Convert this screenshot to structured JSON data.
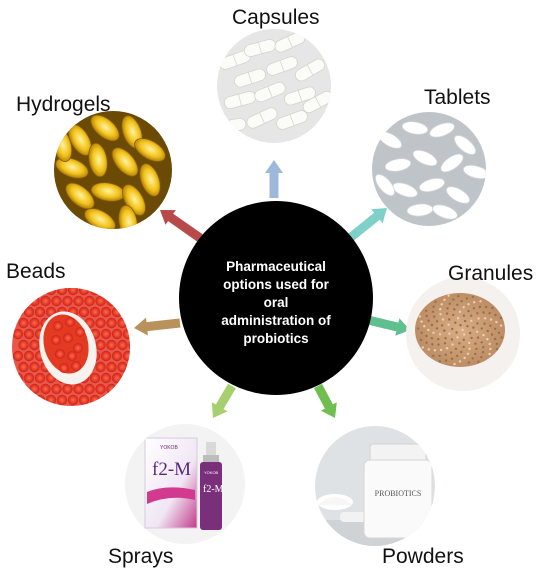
{
  "center": {
    "lines": [
      "Pharmaceutical",
      "options used for",
      "oral",
      "administration of",
      "probiotics"
    ],
    "fill": "#000000",
    "text_color": "#ffffff"
  },
  "items": [
    {
      "key": "capsules",
      "label": "Capsules",
      "arrow_color": "#9db8d9"
    },
    {
      "key": "tablets",
      "label": "Tablets",
      "arrow_color": "#7fd0c8"
    },
    {
      "key": "granules",
      "label": "Granules",
      "arrow_color": "#5fbf8f"
    },
    {
      "key": "powders",
      "label": "Powders",
      "arrow_color": "#6fbe4f"
    },
    {
      "key": "sprays",
      "label": "Sprays",
      "arrow_color": "#a6cf6f"
    },
    {
      "key": "beads",
      "label": "Beads",
      "arrow_color": "#b8925a"
    },
    {
      "key": "hydrogels",
      "label": "Hydrogels",
      "arrow_color": "#b84a4a"
    }
  ],
  "product_text": {
    "powder_bottle": "PROBIOTICS",
    "spray_box_brand": "f2-M",
    "spray_box_top": "YOKOB",
    "spray_bottle_brand": "f2-M",
    "spray_bottle_top": "YOKOB"
  }
}
